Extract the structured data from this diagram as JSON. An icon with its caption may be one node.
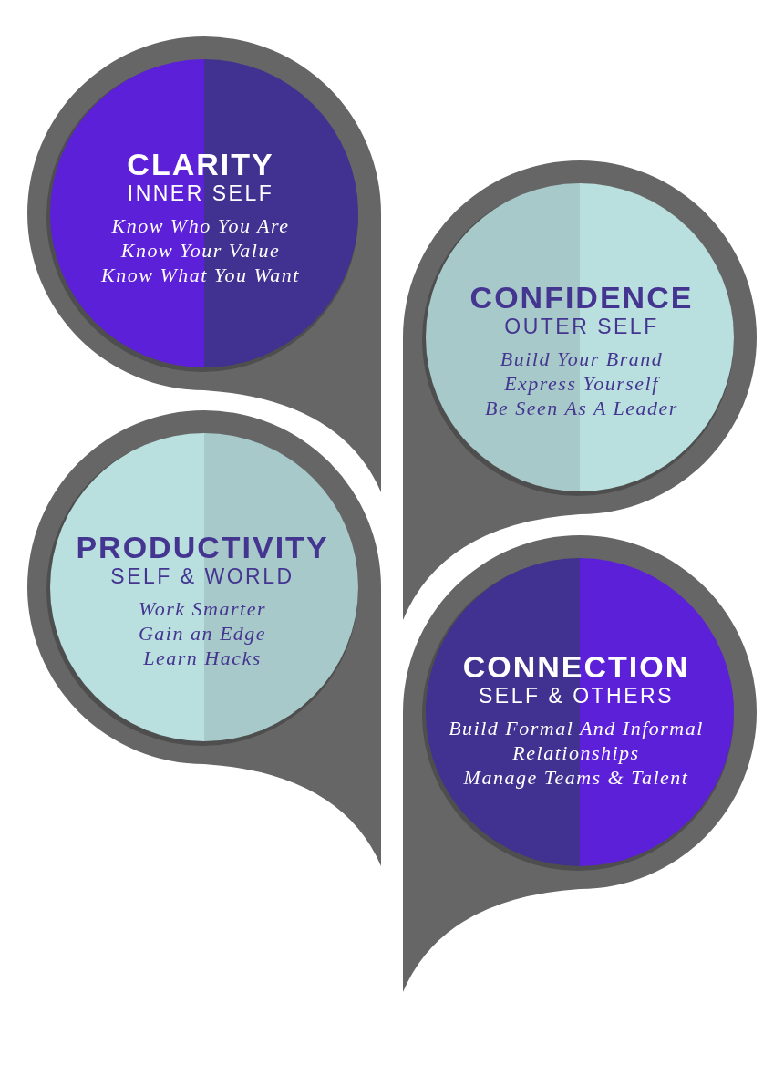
{
  "diagram": {
    "nodes": [
      {
        "text": [
          "CLARITY",
          "INNER SELF",
          "Know Who You Are",
          "Know Your Value",
          "Know What You Want"
        ]
      },
      {
        "text": [
          "CONFIDENCE",
          "OUTER SELF",
          "Build Your Brand",
          "Express Yourself",
          "Be Seen As A Leader"
        ]
      },
      {
        "text": [
          "PRODUCTIVITY",
          "SELF & WORLD",
          "Work Smarter",
          "Gain an Edge",
          "Learn Hacks"
        ]
      },
      {
        "text": [
          "CONNECTION",
          "SELF & OTHERS",
          "Build Formal And Informal Relationships",
          "Manage Teams & Talent"
        ]
      }
    ]
  }
}
